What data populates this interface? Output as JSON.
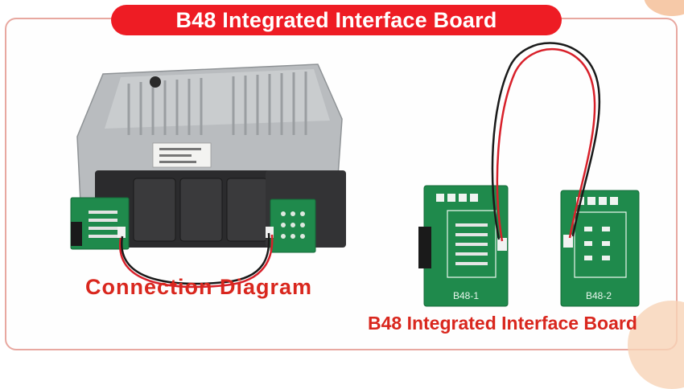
{
  "header": {
    "title": "B48 Integrated Interface Board"
  },
  "captions": {
    "connection_diagram": "Connection Diagram",
    "product_name": "B48 Integrated Interface Board"
  },
  "boards": {
    "board1_label": "B48-1",
    "board2_label": "B48-2"
  },
  "colors": {
    "title_bg": "#ee1c24",
    "caption_text": "#d9271e",
    "pcb_green": "#1f8a4c",
    "wire_red": "#d8202a",
    "wire_black": "#1a1a1a"
  }
}
